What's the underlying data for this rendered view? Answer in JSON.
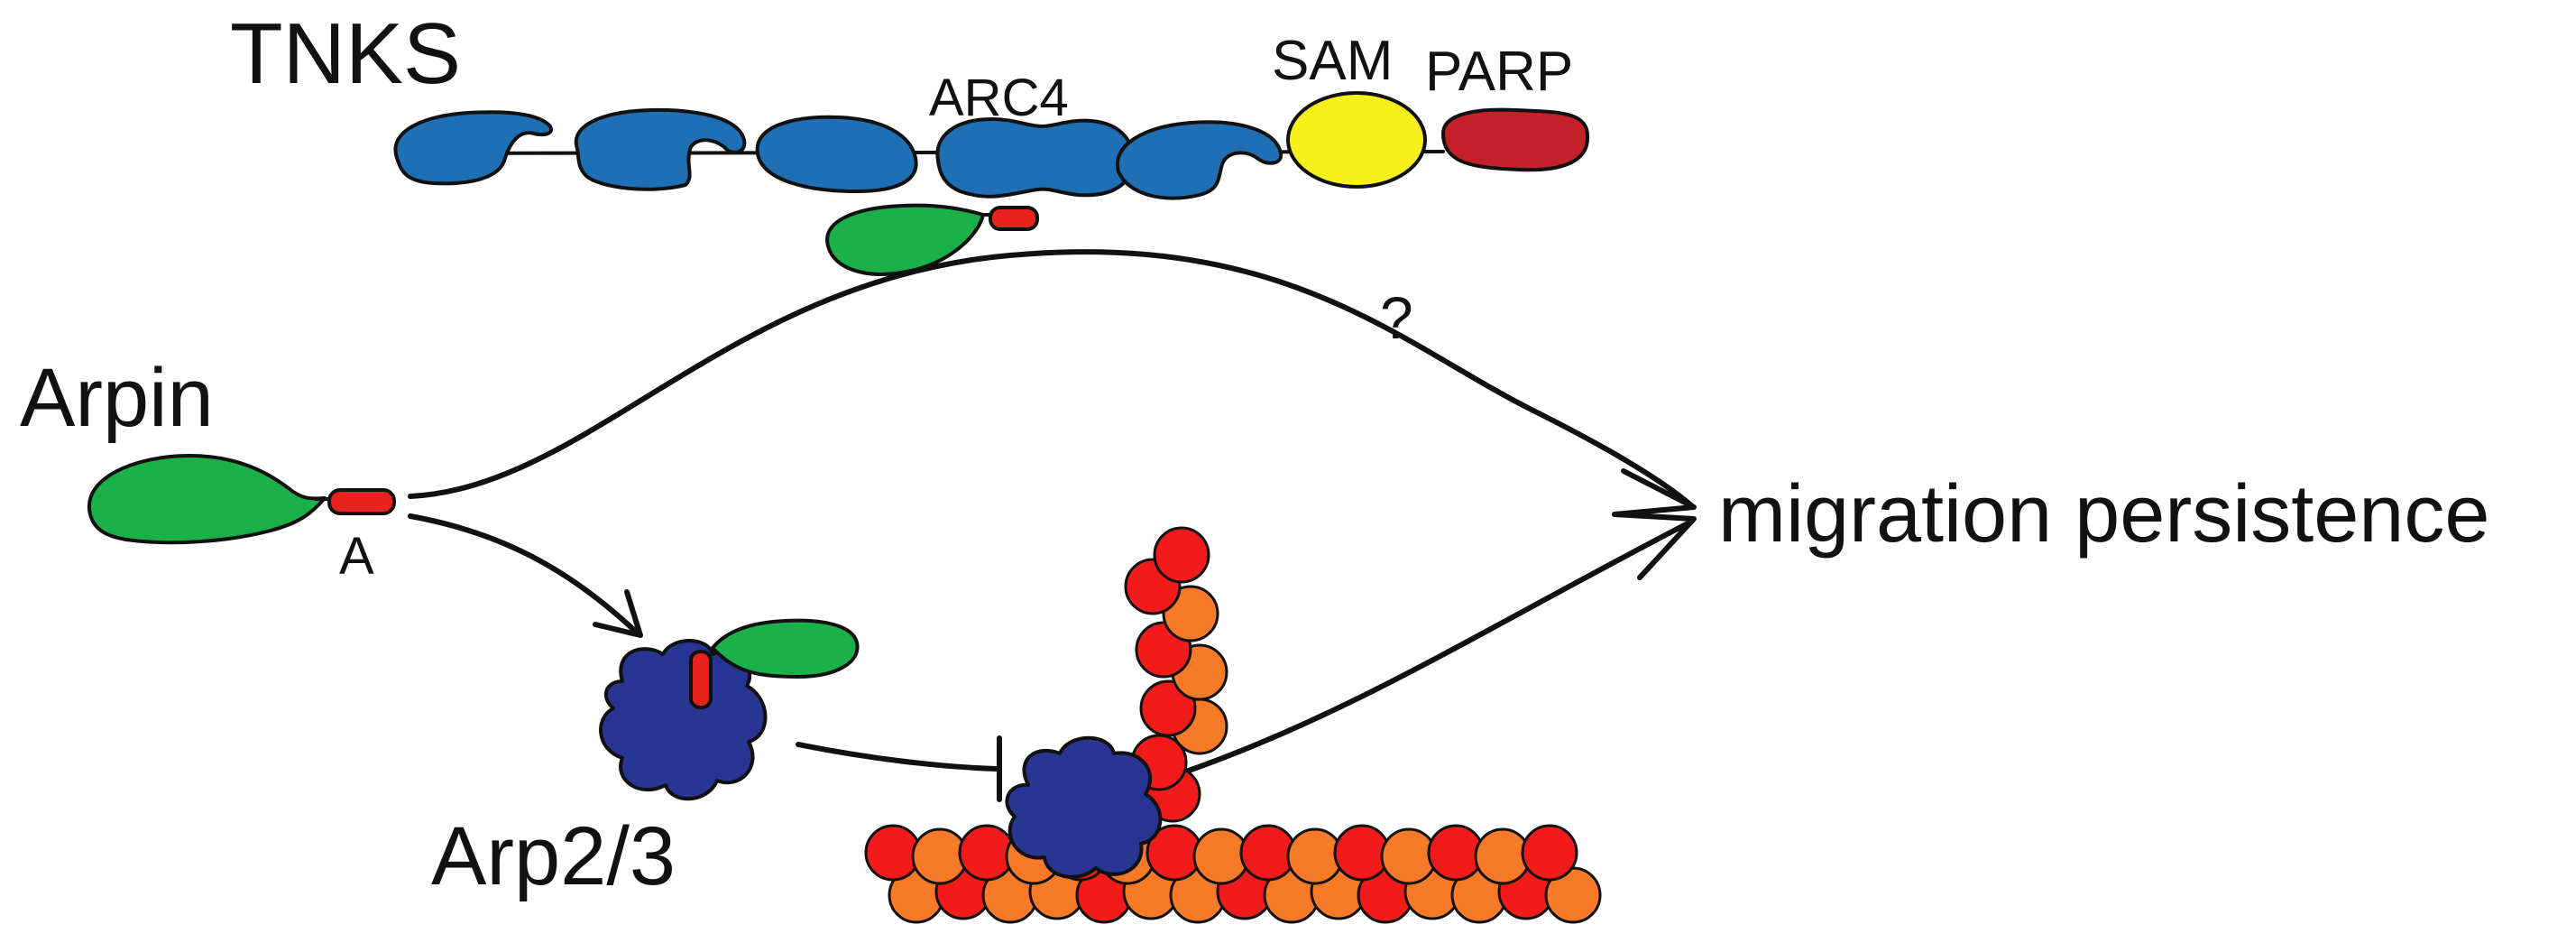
{
  "labels": {
    "tnks": "TNKS",
    "arc4": "ARC4",
    "sam": "SAM",
    "parp": "PARP",
    "arpin": "Arpin",
    "a_motif": "A",
    "question": "?",
    "migration": "migration persistence",
    "arp23": "Arp2/3"
  },
  "colors": {
    "ankyrin_blue": "#1f6fb5",
    "sam_yellow": "#f7f01c",
    "parp_red": "#c4202a",
    "arpin_green": "#1bb04a",
    "acidic_red": "#e8231f",
    "arp23_navy": "#283593",
    "actin_red": "#f21b1b",
    "actin_orange": "#f77a28",
    "outline": "#111111"
  }
}
